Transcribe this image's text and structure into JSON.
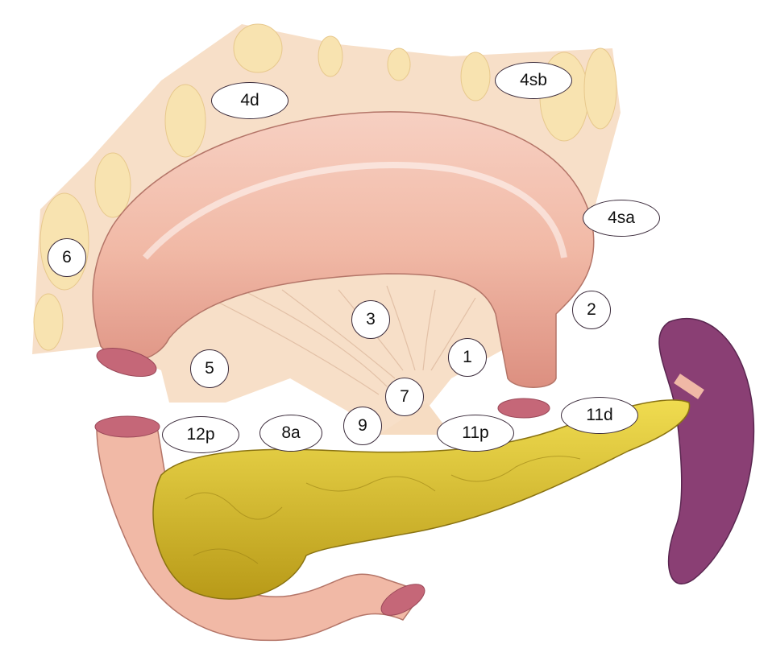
{
  "title": "Gastric lymph node stations",
  "labels": {
    "s4d": "4d",
    "s4sb": "4sb",
    "s4sa": "4sa",
    "s6": "6",
    "s3": "3",
    "s2": "2",
    "s1": "1",
    "s5": "5",
    "s7": "7",
    "s9": "9",
    "s12p": "12p",
    "s8a": "8a",
    "s11p": "11p",
    "s11d": "11d"
  },
  "colors": {
    "stomach": "#f0b8a6",
    "omentum": "#f6dcc2",
    "fat": "#f8e6b8",
    "pancreas": "#e3c62c",
    "spleen": "#8a3f74",
    "vessel_lumen": "#b8506a"
  }
}
